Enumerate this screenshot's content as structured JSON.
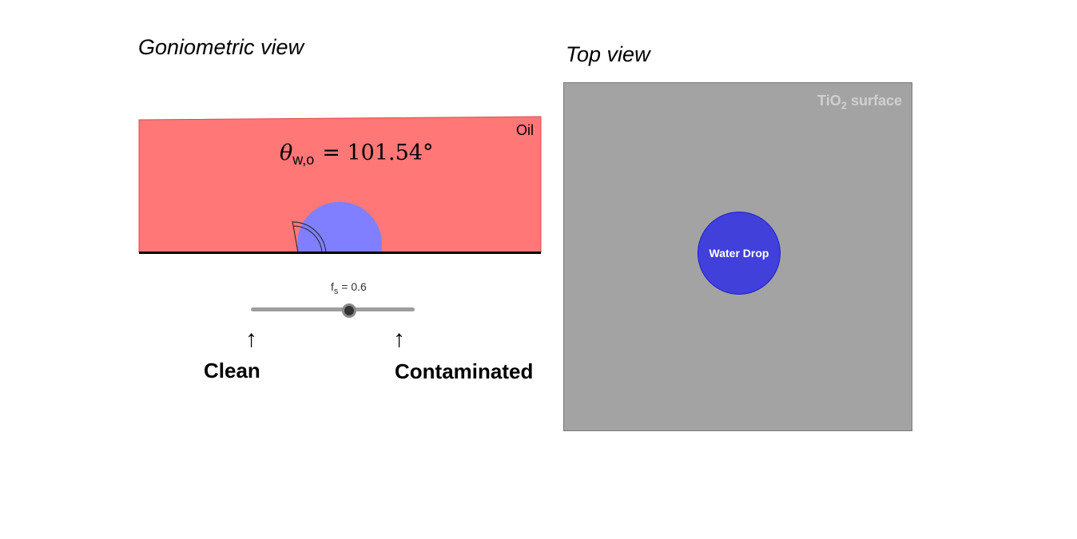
{
  "goniometric": {
    "title": "Goniometric view",
    "phase_label": "Oil",
    "angle_symbol": "θ",
    "angle_subscript": "w,o",
    "angle_value": "= 101.54°"
  },
  "slider": {
    "label_main": "f",
    "label_sub": "s",
    "label_value": " = 0.6",
    "value": 0.6,
    "min": 0,
    "max": 1,
    "left_end_label": "Clean",
    "right_end_label": "Contaminated",
    "arrow_glyph": "↑"
  },
  "top_view": {
    "title": "Top view",
    "surface_label_main": "TiO",
    "surface_label_sub": "2",
    "surface_label_rest": " surface",
    "drop_label": "Water Drop"
  },
  "colors": {
    "oil": "#ff7777",
    "water": "#7f7fff",
    "surface": "#a3a3a3",
    "drop_top": "#4140db"
  }
}
